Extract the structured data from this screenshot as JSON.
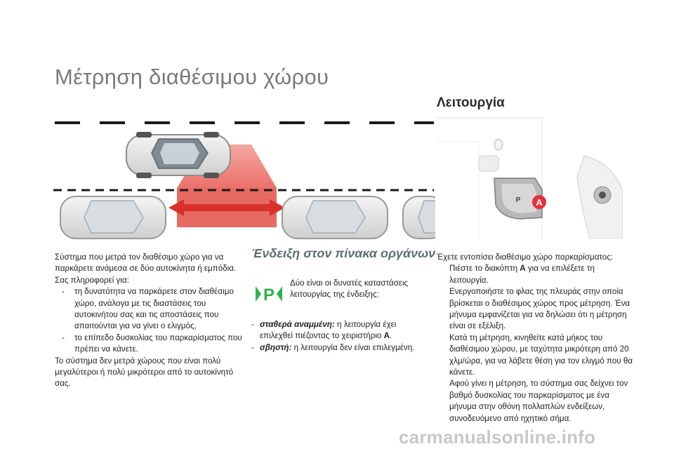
{
  "page": {
    "title": "Μέτρηση διαθέσιμου χώρου",
    "section_operation": "Λειτουργία",
    "section_indicator": "Ένδειξη στον πίνακα οργάνων"
  },
  "left": {
    "p1": "Σύστημα που μετρά τον διαθέσιμο χώρο για να παρκάρετε ανάμεσα σε δύο αυτοκίνητα ή εμπόδια. Σας πληροφορεί για:",
    "bullet": "-",
    "items": [
      "τη δυνατότητα να παρκάρετε στον διαθέσιμο χώρο, ανάλογα με τις διαστάσεις του αυτοκινήτου σας και τις αποστάσεις που απαιτούνται για να γίνει ο ελιγμός,",
      "το επίπεδο δυσκολίας του παρκαρίσματος που πρέπει να κάνετε."
    ],
    "p2": "Το σύστημα δεν μετρά χώρους που είναι πολύ μεγαλύτεροι ή πολύ μικρότεροι από το αυτοκίνητό σας."
  },
  "indicator": {
    "icon_letter": "P",
    "intro": "Δύο είναι οι δυνατές καταστάσεις λειτουργίας της ένδειξης:",
    "states": [
      {
        "label": "σταθερά αναμμένη:",
        "text_before": " η λειτουργία έχει επιλεχθεί πιέζοντας το χειριστήριο ",
        "bold": "A",
        "text_after": "."
      },
      {
        "label": "σβηστή:",
        "text_before": " η λειτουργία δεν είναι επιλεγμένη.",
        "bold": "",
        "text_after": ""
      }
    ]
  },
  "operation": {
    "callout_letter": "A",
    "button_glyph": "P",
    "intro": "Έχετε εντοπίσει διαθέσιμο χώρο παρκαρίσματος:",
    "bullet": "",
    "steps": [
      {
        "before": "Πιέστε το διακόπτη ",
        "bold": "A",
        "after": " για να επιλέξετε τη λειτουργία."
      },
      {
        "before": "Ενεργοποιήστε το φλας της πλευράς στην οποία βρίσκεται ο διαθέσιμος χώρος προς μέτρηση. Ένα μήνυμα εμφανίζεται για να δηλώσει ότι η μέτρηση είναι σε εξέλιξη.",
        "bold": "",
        "after": ""
      },
      {
        "before": "Κατά τη μέτρηση, κινηθείτε κατά μήκος του διαθέσιμου χώρου, με ταχύτητα μικρότερη από 20 χλμ/ώρα, για να λάβετε θέση για τον ελιγμό που θα κάνετε.",
        "bold": "",
        "after": ""
      },
      {
        "before": "Αφού γίνει η μέτρηση, το σύστημα σας δείχνει τον βαθμό δυσκολίας του παρκαρίσματος με ένα μήνυμα στην οθόνη πολλαπλών ενδείξεων, συνοδευόμενο από ηχητικό σήμα.",
        "bold": "",
        "after": ""
      }
    ]
  },
  "watermark": "carmanualsonline.info",
  "colors": {
    "accent_red": "#e8303a",
    "indicator_green": "#2db34a",
    "title_grey": "#7a7a7a"
  }
}
